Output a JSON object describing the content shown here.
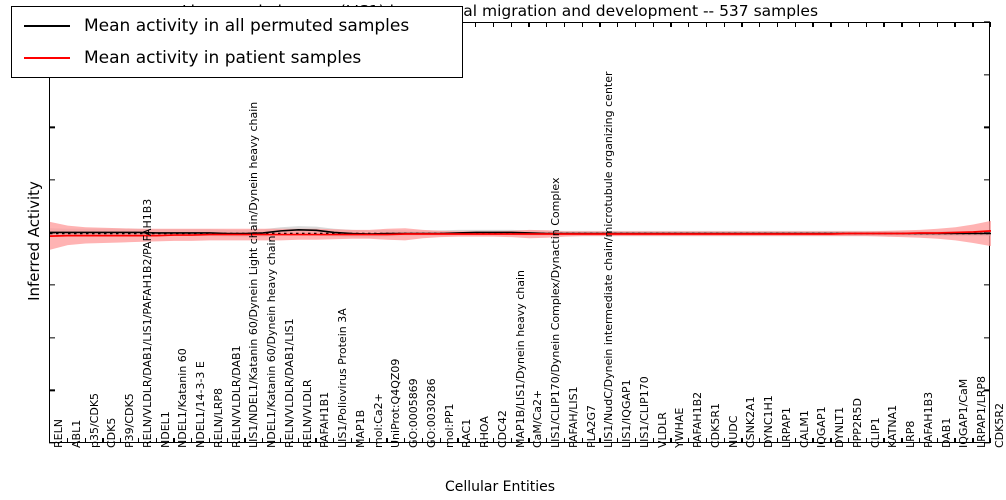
{
  "chart_data": {
    "type": "line",
    "title": "Lissencephaly gene (LIS1) in neuronal migration and development -- 537 samples",
    "xlabel": "Cellular Entities",
    "ylabel": "Inferred Activity",
    "ylim": [
      -4,
      4
    ],
    "yticks": [
      "-4",
      "-3",
      "-2",
      "-1",
      "0",
      "1",
      "2",
      "3",
      "4"
    ],
    "grid": false,
    "legend_position": "upper left",
    "zero_reference_line": true,
    "legend": [
      {
        "name": "Mean activity in all permuted samples",
        "color": "#000000"
      },
      {
        "name": "Mean activity in patient samples",
        "color": "#ff0000"
      }
    ],
    "categories": [
      "RELN",
      "ABL1",
      "p35/CDK5",
      "CDK5",
      "P39/CDK5",
      "RELN/VLDLR/DAB1/LIS1/PAFAH1B2/PAFAH1B3",
      "NDEL1",
      "NDEL1/Katanin 60",
      "NDEL1/14-3-3 E",
      "RELN/LRP8",
      "RELN/VLDLR/DAB1",
      "LIS1/NDEL1/Katanin 60/Dynein Light chain/Dynein heavy chain",
      "NDEL1/Katanin 60/Dynein heavy chain",
      "RELN/VLDLR/DAB1/LIS1",
      "RELN/VLDLR",
      "PAFAH1B1",
      "LIS1/Poliovirus Protein 3A",
      "MAP1B",
      "mol:Ca2+",
      "UniProt:Q4QZ09",
      "GO:0005869",
      "GO:0030286",
      "mol:PP1",
      "RAC1",
      "RHOA",
      "CDC42",
      "MAP1B/LIS1/Dynein heavy chain",
      "CaM/Ca2+",
      "LIS1/CLIP170/Dynein Complex/Dynactin Complex",
      "PAFAH/LIS1",
      "PLA2G7",
      "LIS1/NudC/Dynein intermediate chain/microtubule organizing center",
      "LIS1/IQGAP1",
      "LIS1/CLIP170",
      "VLDLR",
      "YWHAE",
      "PAFAH1B2",
      "CDK5R1",
      "NUDC",
      "CSNK2A1",
      "DYNC1H1",
      "LRPAP1",
      "CALM1",
      "IQGAP1",
      "DYNLT1",
      "PPP2R5D",
      "CLIP1",
      "KATNA1",
      "LRP8",
      "PAFAH1B3",
      "DAB1",
      "IQGAP1/CaM",
      "LRPAP1/LRP8",
      "CDK5R2"
    ],
    "series": [
      {
        "name": "Mean activity in all permuted samples",
        "color": "#000000",
        "band_color": "#bbbbbb",
        "values": [
          0.02,
          0.02,
          0.02,
          0.02,
          0.02,
          0.02,
          0.01,
          0.01,
          0.01,
          0.01,
          0.0,
          0.0,
          0.01,
          0.05,
          0.07,
          0.06,
          0.02,
          0.0,
          -0.01,
          0.0,
          0.0,
          0.0,
          0.0,
          0.01,
          0.02,
          0.02,
          0.02,
          0.01,
          0.0,
          0.0,
          0.0,
          0.0,
          0.0,
          0.0,
          0.0,
          0.0,
          0.0,
          0.0,
          0.0,
          0.0,
          0.0,
          0.0,
          0.0,
          0.0,
          0.0,
          0.0,
          0.0,
          0.0,
          0.0,
          0.0,
          0.0,
          0.0,
          0.0,
          0.0
        ],
        "band_lower": [
          -0.06,
          -0.05,
          -0.05,
          -0.05,
          -0.05,
          -0.05,
          -0.05,
          -0.05,
          -0.05,
          -0.05,
          -0.06,
          -0.07,
          -0.07,
          -0.04,
          -0.03,
          -0.04,
          -0.06,
          -0.07,
          -0.08,
          -0.06,
          -0.05,
          -0.05,
          -0.05,
          -0.04,
          -0.04,
          -0.04,
          -0.04,
          -0.05,
          -0.05,
          -0.05,
          -0.05,
          -0.05,
          -0.05,
          -0.05,
          -0.05,
          -0.05,
          -0.05,
          -0.05,
          -0.05,
          -0.05,
          -0.05,
          -0.05,
          -0.05,
          -0.05,
          -0.05,
          -0.05,
          -0.05,
          -0.05,
          -0.05,
          -0.05,
          -0.05,
          -0.05,
          -0.05,
          -0.05
        ],
        "band_upper": [
          0.1,
          0.09,
          0.09,
          0.09,
          0.09,
          0.09,
          0.08,
          0.08,
          0.08,
          0.08,
          0.07,
          0.07,
          0.08,
          0.12,
          0.14,
          0.13,
          0.09,
          0.07,
          0.06,
          0.07,
          0.06,
          0.06,
          0.06,
          0.07,
          0.07,
          0.07,
          0.07,
          0.06,
          0.06,
          0.05,
          0.05,
          0.05,
          0.05,
          0.05,
          0.05,
          0.05,
          0.05,
          0.05,
          0.05,
          0.05,
          0.05,
          0.05,
          0.05,
          0.05,
          0.05,
          0.05,
          0.05,
          0.05,
          0.05,
          0.05,
          0.05,
          0.05,
          0.05,
          0.05
        ]
      },
      {
        "name": "Mean activity in patient samples",
        "color": "#ff0000",
        "band_color": "#ff9999",
        "values": [
          -0.05,
          -0.04,
          -0.04,
          -0.04,
          -0.04,
          -0.04,
          -0.04,
          -0.03,
          -0.03,
          -0.02,
          -0.02,
          -0.02,
          -0.02,
          -0.02,
          -0.02,
          -0.02,
          -0.02,
          -0.02,
          -0.02,
          -0.02,
          -0.01,
          -0.01,
          -0.01,
          -0.01,
          -0.01,
          -0.01,
          -0.01,
          -0.01,
          -0.01,
          -0.01,
          -0.01,
          -0.01,
          -0.01,
          -0.01,
          -0.01,
          -0.01,
          -0.01,
          -0.01,
          -0.01,
          -0.01,
          -0.01,
          -0.01,
          -0.01,
          -0.01,
          -0.01,
          0.0,
          0.0,
          0.0,
          0.0,
          0.01,
          0.01,
          0.02,
          0.03,
          0.05
        ],
        "band_lower": [
          -0.31,
          -0.22,
          -0.19,
          -0.18,
          -0.17,
          -0.16,
          -0.15,
          -0.14,
          -0.14,
          -0.13,
          -0.13,
          -0.13,
          -0.13,
          -0.13,
          -0.12,
          -0.12,
          -0.11,
          -0.1,
          -0.1,
          -0.12,
          -0.13,
          -0.09,
          -0.07,
          -0.06,
          -0.06,
          -0.06,
          -0.07,
          -0.09,
          -0.08,
          -0.06,
          -0.05,
          -0.05,
          -0.05,
          -0.05,
          -0.05,
          -0.05,
          -0.05,
          -0.05,
          -0.05,
          -0.05,
          -0.05,
          -0.05,
          -0.05,
          -0.05,
          -0.05,
          -0.05,
          -0.05,
          -0.06,
          -0.07,
          -0.08,
          -0.1,
          -0.13,
          -0.18,
          -0.24
        ],
        "band_upper": [
          0.22,
          0.15,
          0.12,
          0.11,
          0.1,
          0.09,
          0.09,
          0.09,
          0.09,
          0.09,
          0.09,
          0.09,
          0.09,
          0.09,
          0.09,
          0.09,
          0.08,
          0.07,
          0.07,
          0.09,
          0.1,
          0.07,
          0.05,
          0.04,
          0.04,
          0.04,
          0.05,
          0.07,
          0.06,
          0.04,
          0.04,
          0.04,
          0.04,
          0.04,
          0.04,
          0.04,
          0.04,
          0.04,
          0.04,
          0.04,
          0.04,
          0.04,
          0.04,
          0.04,
          0.04,
          0.04,
          0.04,
          0.05,
          0.06,
          0.07,
          0.09,
          0.12,
          0.17,
          0.24
        ]
      }
    ]
  }
}
